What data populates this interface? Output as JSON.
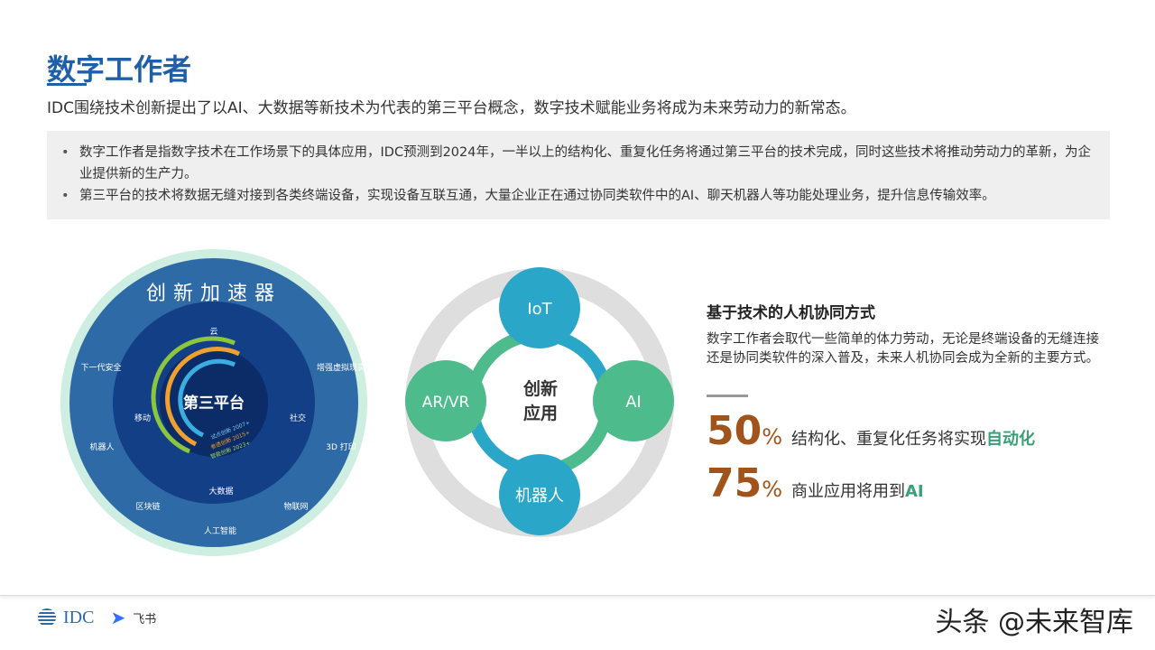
{
  "header": {
    "title": "数字工作者",
    "subtitle": "IDC围绕技术创新提出了以AI、大数据等新技术为代表的第三平台概念，数字技术赋能业务将成为未来劳动力的新常态。"
  },
  "bullets": [
    "数字工作者是指数字技术在工作场景下的具体应用，IDC预测到2024年，一半以上的结构化、重复化任务将通过第三平台的技术完成，同时这些技术将推动劳动力的革新，为企业提供新的生产力。",
    "第三平台的技术将数据无缝对接到各类终端设备，实现设备互联互通，大量企业正在通过协同类软件中的AI、聊天机器人等功能处理业务，提升信息传输效率。"
  ],
  "accelerator": {
    "ring_title": "创新加速器",
    "core": "第三平台",
    "arcs": [
      "试点创新 2007+",
      "参透创新 2015+",
      "智能创新 2023+"
    ],
    "inner": [
      "云",
      "移动",
      "社交",
      "大数据"
    ],
    "outer": [
      "下一代安全",
      "增强虚拟现实",
      "机器人",
      "3D 打印",
      "区块链",
      "物联网",
      "人工智能"
    ]
  },
  "innovation": {
    "center": "创新应用",
    "nodes": [
      "IoT",
      "AI",
      "机器人",
      "AR/VR"
    ]
  },
  "right": {
    "heading": "基于技术的人机协同方式",
    "paragraph": "数字工作者会取代一些简单的体力劳动，无论是终端设备的无缝连接还是协同类软件的深入普及，未来人机协同会成为全新的主要方式。",
    "stats": [
      {
        "value": "50",
        "unit": "%",
        "text": "结构化、重复化任务将实现",
        "highlight": "自动化"
      },
      {
        "value": "75",
        "unit": "%",
        "text": "商业应用将用到",
        "highlight": "AI"
      }
    ]
  },
  "footer": {
    "logo1": "IDC",
    "logo2": "飞书",
    "watermark": "头条 @未来智库"
  },
  "colors": {
    "title": "#1f5fa8",
    "stat": "#a0541c",
    "highlight": "#3aa07a",
    "node": "#2aa6c8",
    "node_green": "#4dbb8c"
  }
}
